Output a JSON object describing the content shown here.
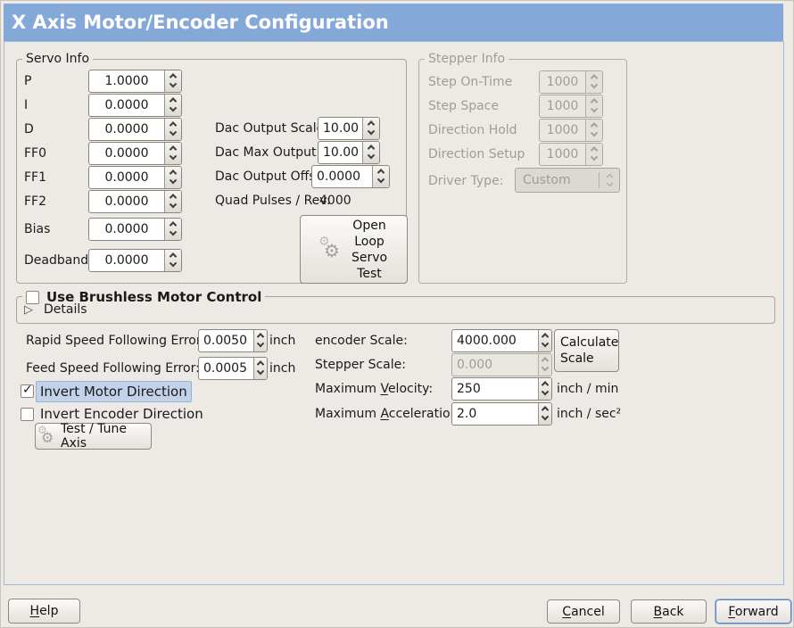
{
  "window": {
    "title": "X Axis Motor/Encoder Configuration"
  },
  "colors": {
    "titlebar": "#84a8d7",
    "content_border": "#a2b9d3",
    "focus_highlight": "#c2d3e9"
  },
  "icons": {
    "gear": "⚙",
    "check": "✓",
    "expander_collapsed": "▷"
  },
  "servo_info": {
    "title": "Servo Info",
    "rows": [
      {
        "label": "P",
        "value": "1.0000"
      },
      {
        "label": "I",
        "value": "0.0000"
      },
      {
        "label": "D",
        "value": "0.0000"
      },
      {
        "label": "FF0",
        "value": "0.0000"
      },
      {
        "label": "FF1",
        "value": "0.0000"
      },
      {
        "label": "FF2",
        "value": "0.0000"
      },
      {
        "label": "Bias",
        "value": "0.0000"
      },
      {
        "label": "Deadband",
        "value": "0.0000"
      }
    ]
  },
  "dac": {
    "output_scale_label": "Dac Output Scale:",
    "output_scale_value": "10.00",
    "max_output_label": "Dac Max Output:",
    "max_output_value": "10.00",
    "output_offset_label": "Dac Output Offset:",
    "output_offset_value": "0.0000",
    "quad_pulses_label": "Quad Pulses / Rev:",
    "quad_pulses_value": "4000"
  },
  "open_loop_button": {
    "label": "Open Loop Servo Test"
  },
  "stepper_info": {
    "title": "Stepper Info",
    "rows": [
      {
        "label": "Step On-Time",
        "value": "1000"
      },
      {
        "label": "Step Space",
        "value": "1000"
      },
      {
        "label": "Direction Hold",
        "value": "1000"
      },
      {
        "label": "Direction Setup",
        "value": "1000"
      }
    ],
    "driver_type_label": "Driver Type:",
    "driver_type_value": "Custom"
  },
  "brushless": {
    "checkbox_label": "Use Brushless Motor Control",
    "checked": false,
    "details_label": "Details"
  },
  "following_error": {
    "rapid_label": "Rapid Speed Following Error:",
    "rapid_value": "0.0050",
    "rapid_unit": "inch",
    "feed_label": "Feed Speed Following Error:",
    "feed_value": "0.0005",
    "feed_unit": "inch"
  },
  "scales": {
    "encoder_label": "encoder Scale:",
    "encoder_value": "4000.000",
    "stepper_label": "Stepper Scale:",
    "stepper_value": "0.000",
    "calculate_button_label": "Calculate Scale",
    "velocity_label_pre": "Maximum ",
    "velocity_label_u": "V",
    "velocity_label_post": "elocity:",
    "velocity_value": "250",
    "velocity_unit": "inch / min",
    "accel_label_pre": "Maximum ",
    "accel_label_u": "A",
    "accel_label_post": "cceleration:",
    "accel_value": "2.0",
    "accel_unit": "inch / sec²"
  },
  "direction": {
    "invert_motor_label": "Invert Motor Direction",
    "invert_motor_checked": true,
    "invert_encoder_label": "Invert Encoder Direction",
    "invert_encoder_checked": false
  },
  "test_tune_button": {
    "label": "Test / Tune Axis"
  },
  "footer": {
    "help": {
      "u": "H",
      "post": "elp"
    },
    "cancel": {
      "u": "C",
      "post": "ancel"
    },
    "back": {
      "u": "B",
      "post": "ack"
    },
    "forward": {
      "u": "F",
      "post": "orward"
    }
  }
}
